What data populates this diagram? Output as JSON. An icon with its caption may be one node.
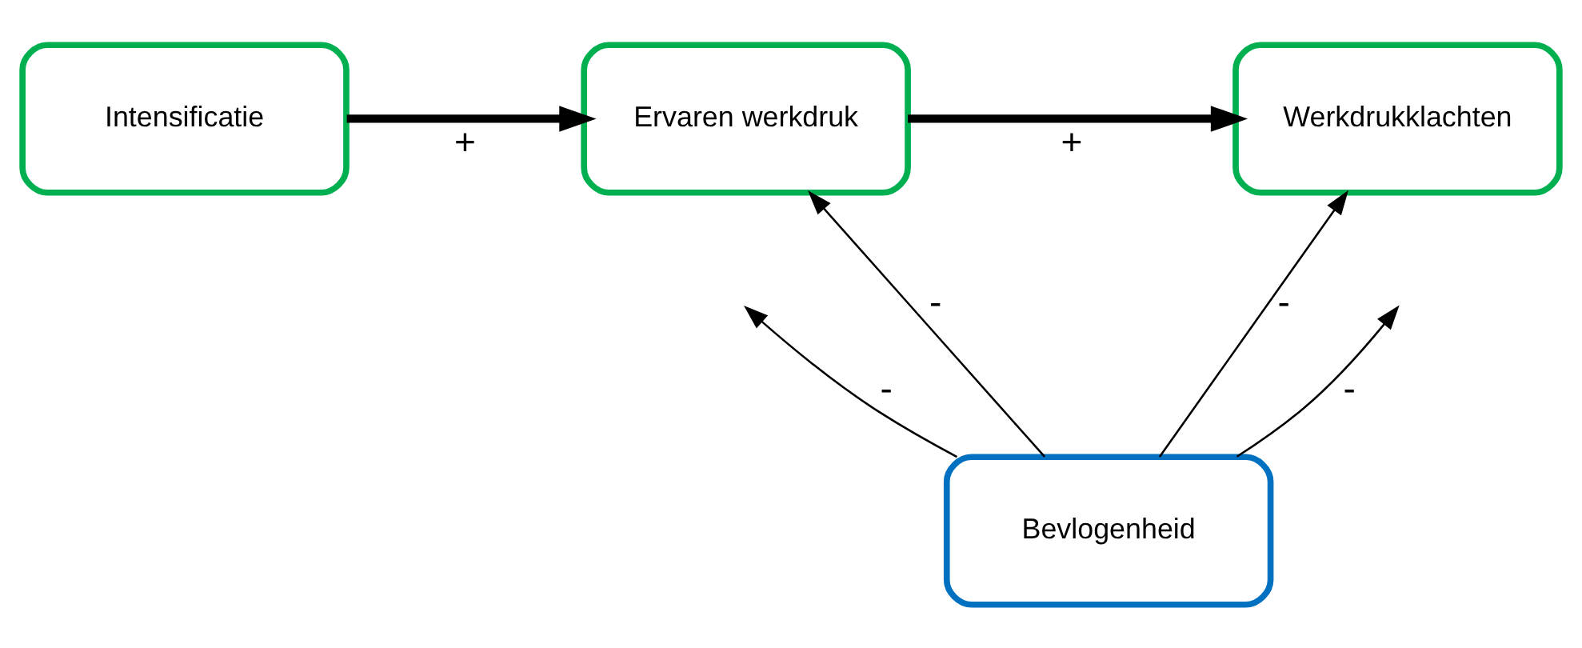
{
  "diagram": {
    "nodes": [
      {
        "text": [
          "Intensificatie"
        ]
      },
      {
        "text": [
          "Ervaren werkdruk"
        ]
      },
      {
        "text": [
          "Werkdrukklachten"
        ]
      },
      {
        "text": [
          "Bevlogenheid"
        ]
      }
    ],
    "edges": [
      {
        "from": 0,
        "to": 1,
        "arrow": "to",
        "label": "+",
        "style": "thick"
      },
      {
        "from": 1,
        "to": 2,
        "arrow": "to",
        "label": "+",
        "style": "thick"
      },
      {
        "from": 3,
        "to": null,
        "arrow": "to",
        "label": "-"
      },
      {
        "from": 3,
        "to": 1,
        "arrow": "to",
        "label": "-"
      },
      {
        "from": 3,
        "to": null,
        "arrow": "to",
        "label": "-"
      },
      {
        "from": 3,
        "to": 2,
        "arrow": "to",
        "label": "-"
      }
    ]
  }
}
